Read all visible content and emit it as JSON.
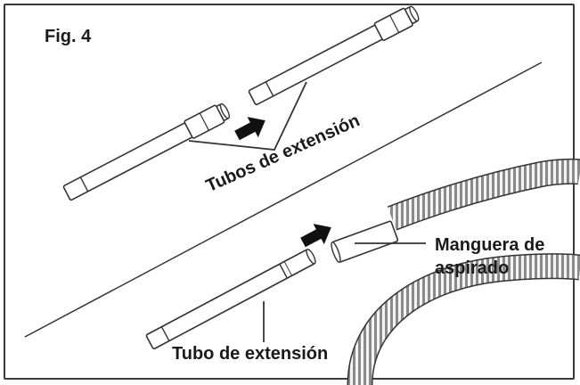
{
  "figure": {
    "label": "Fig. 4",
    "labels": {
      "extension_tubes": "Tubos de extensión",
      "hose_line1": "Manguera de",
      "hose_line2": "aspirado",
      "extension_tube": "Tubo de extensión"
    },
    "colors": {
      "stroke": "#333333",
      "arrow": "#111111",
      "hose_fill": "#d9d9d9",
      "background": "#ffffff"
    },
    "icons": [
      "arrow-right-icon",
      "arrow-right-icon"
    ]
  }
}
